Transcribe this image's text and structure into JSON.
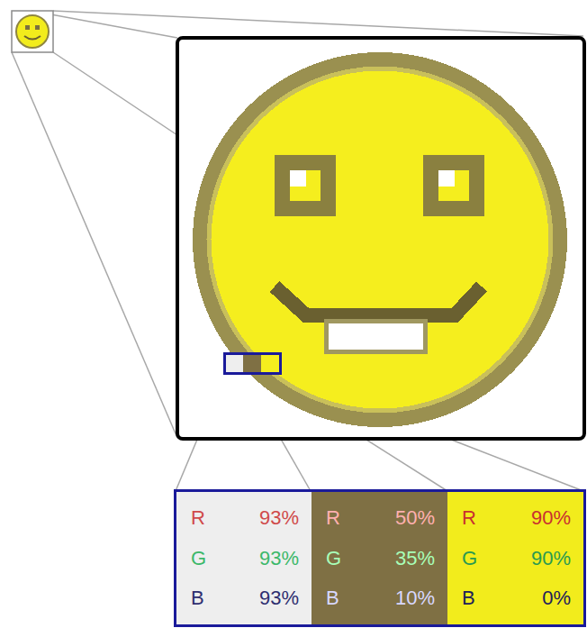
{
  "diagram": {
    "nodes": [
      {
        "text": [
          "R",
          "93%",
          "G",
          "93%",
          "B",
          "93%"
        ]
      },
      {
        "text": [
          "R",
          "50%",
          "G",
          "35%",
          "B",
          "10%"
        ]
      },
      {
        "text": [
          "R",
          "90%",
          "G",
          "90%",
          "B",
          "0%"
        ]
      }
    ]
  }
}
